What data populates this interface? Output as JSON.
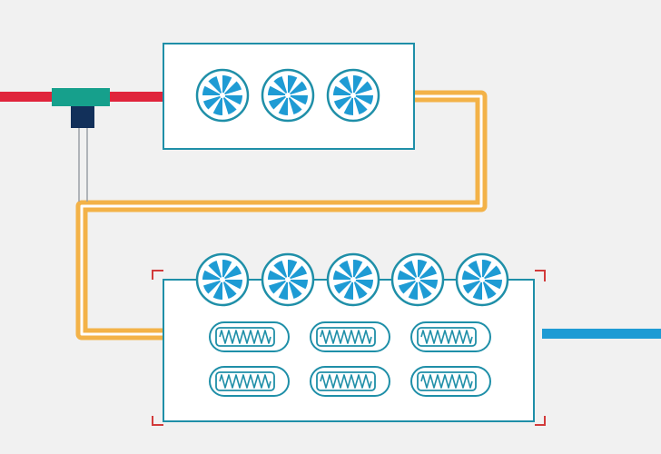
{
  "colors": {
    "background": "#f1f1f1",
    "pipe_hot": "#e0243b",
    "pipe_warm": "#f3b248",
    "pipe_warm_inner": "#ffffff",
    "pipe_cold": "#1e9bd4",
    "outline": "#1f8fa8",
    "fan_blade": "#1e9bd4",
    "valve_body": "#16a08c",
    "valve_stem": "#12305a",
    "valve_line": "#9aa0a6",
    "bracket": "#d23b3b",
    "box_fill": "#ffffff"
  },
  "diagram": {
    "top_unit": {
      "fan_count": 3,
      "fan_icon": "fan-icon"
    },
    "bottom_unit": {
      "fan_count": 5,
      "fan_icon": "fan-icon",
      "heater_rows": 2,
      "heater_columns": 3,
      "heater_icon": "heating-coil-icon"
    },
    "valve_icon": "t-junction-valve-icon"
  }
}
